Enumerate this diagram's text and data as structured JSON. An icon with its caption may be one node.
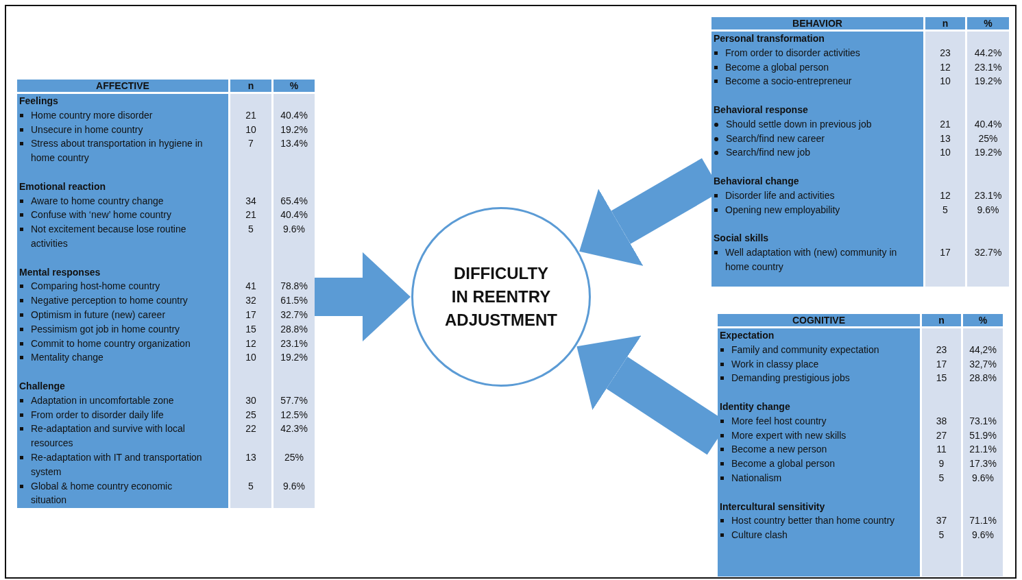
{
  "diagram": {
    "nodes": [
      {
        "text": [
          "AFFECTIVE",
          "n",
          "%"
        ]
      },
      {
        "text": [
          "Feelings",
          "Home country more disorder",
          "21",
          "40.4%",
          "Unsecure in home country",
          "10",
          "19.2%",
          "Stress about transportation in hygiene in home country",
          "7",
          "13.4%"
        ],
        "in": 0
      },
      {
        "text": [
          "Emotional reaction",
          "Aware to home country change",
          "34",
          "65.4%",
          "Confuse with ‘new’ home country",
          "21",
          "40.4%",
          "Not excitement because lose routine activities",
          "5",
          "9.6%"
        ],
        "in": 0
      },
      {
        "text": [
          "Mental responses",
          "Comparing host-home country",
          "41",
          "78.8%",
          "Negative perception to home country",
          "32",
          "61.5%",
          "Optimism in future (new) career",
          "17",
          "32.7%",
          "Pessimism got job in home country",
          "15",
          "28.8%",
          "Commit to home country organization",
          "12",
          "23.1%",
          "Mentality change",
          "10",
          "19.2%"
        ],
        "in": 0
      },
      {
        "text": [
          "Challenge",
          "Adaptation in uncomfortable zone",
          "30",
          "57.7%",
          "From order to disorder daily life",
          "25",
          "12.5%",
          "Re-adaptation and survive with local resources",
          "22",
          "42.3%",
          "Re-adaptation with IT and transportation system",
          "13",
          "25%",
          "Global & home country economic situation",
          "5",
          "9.6%"
        ],
        "in": 0
      },
      {
        "text": [
          "DIFFICULTY IN REENTRY ADJUSTMENT"
        ]
      },
      {
        "text": [
          "BEHAVIOR",
          "n",
          "%"
        ]
      },
      {
        "text": [
          "Personal transformation",
          "From order to disorder activities",
          "23",
          "44.2%",
          "Become a global person",
          "12",
          "23.1%",
          "Become a socio-entrepreneur",
          "10",
          "19.2%"
        ],
        "in": 6
      },
      {
        "text": [
          "Behavioral response",
          "Should settle down in previous job",
          "21",
          "40.4%",
          "Search/find new career",
          "13",
          "25%",
          "Search/find new job",
          "10",
          "19.2%"
        ],
        "in": 6
      },
      {
        "text": [
          "Behavioral change",
          "Disorder life and activities",
          "12",
          "23.1%",
          "Opening new employability",
          "5",
          "9.6%"
        ],
        "in": 6
      },
      {
        "text": [
          "Social skills",
          "Well adaptation with (new) community in home country",
          "17",
          "32.7%"
        ],
        "in": 6
      },
      {
        "text": [
          "COGNITIVE",
          "n",
          "%"
        ]
      },
      {
        "text": [
          "Expectation",
          "Family and community expectation",
          "23",
          "44,2%",
          "Work in classy place",
          "17",
          "32,7%",
          "Demanding prestigious jobs",
          "15",
          "28.8%"
        ],
        "in": 11
      },
      {
        "text": [
          "Identity change",
          "More feel host country",
          "38",
          "73.1%",
          "More expert with new skills",
          "27",
          "51.9%",
          "Become a new person",
          "11",
          "21.1%",
          "Become a global person",
          "9",
          "17.3%",
          "Nationalism",
          "5",
          "9.6%"
        ],
        "in": 11
      },
      {
        "text": [
          "Intercultural sensitivity",
          "Host country better than home country",
          "37",
          "71.1%",
          "Culture clash",
          "5",
          "9.6%"
        ],
        "in": 11
      }
    ],
    "edges": [
      {
        "from": 0,
        "to": 5,
        "arrow": "to"
      },
      {
        "from": 6,
        "to": 5,
        "arrow": "to"
      },
      {
        "from": 11,
        "to": 5,
        "arrow": "to"
      }
    ]
  }
}
